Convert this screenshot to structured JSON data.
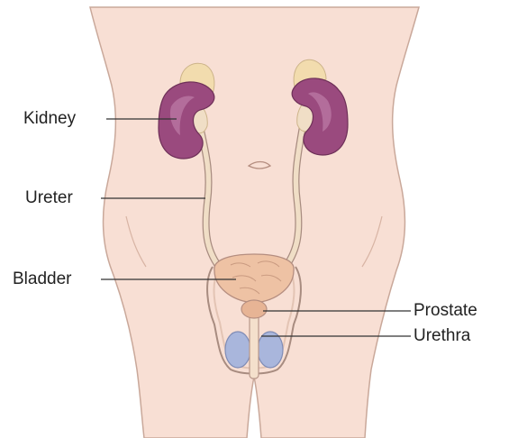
{
  "labels": {
    "kidney": "Kidney",
    "ureter": "Ureter",
    "bladder": "Bladder",
    "prostate": "Prostate",
    "urethra": "Urethra"
  },
  "colors": {
    "skin": "#f8dfd4",
    "skin_outline": "#c9a89a",
    "kidney": "#9a4a7e",
    "kidney_highlight": "#c98bb3",
    "adrenal": "#f2dcae",
    "ureter": "#f0dec6",
    "bladder": "#eec2a4",
    "prostate": "#e7b495",
    "testis": "#a9b6dc",
    "leader_line": "#333333"
  }
}
